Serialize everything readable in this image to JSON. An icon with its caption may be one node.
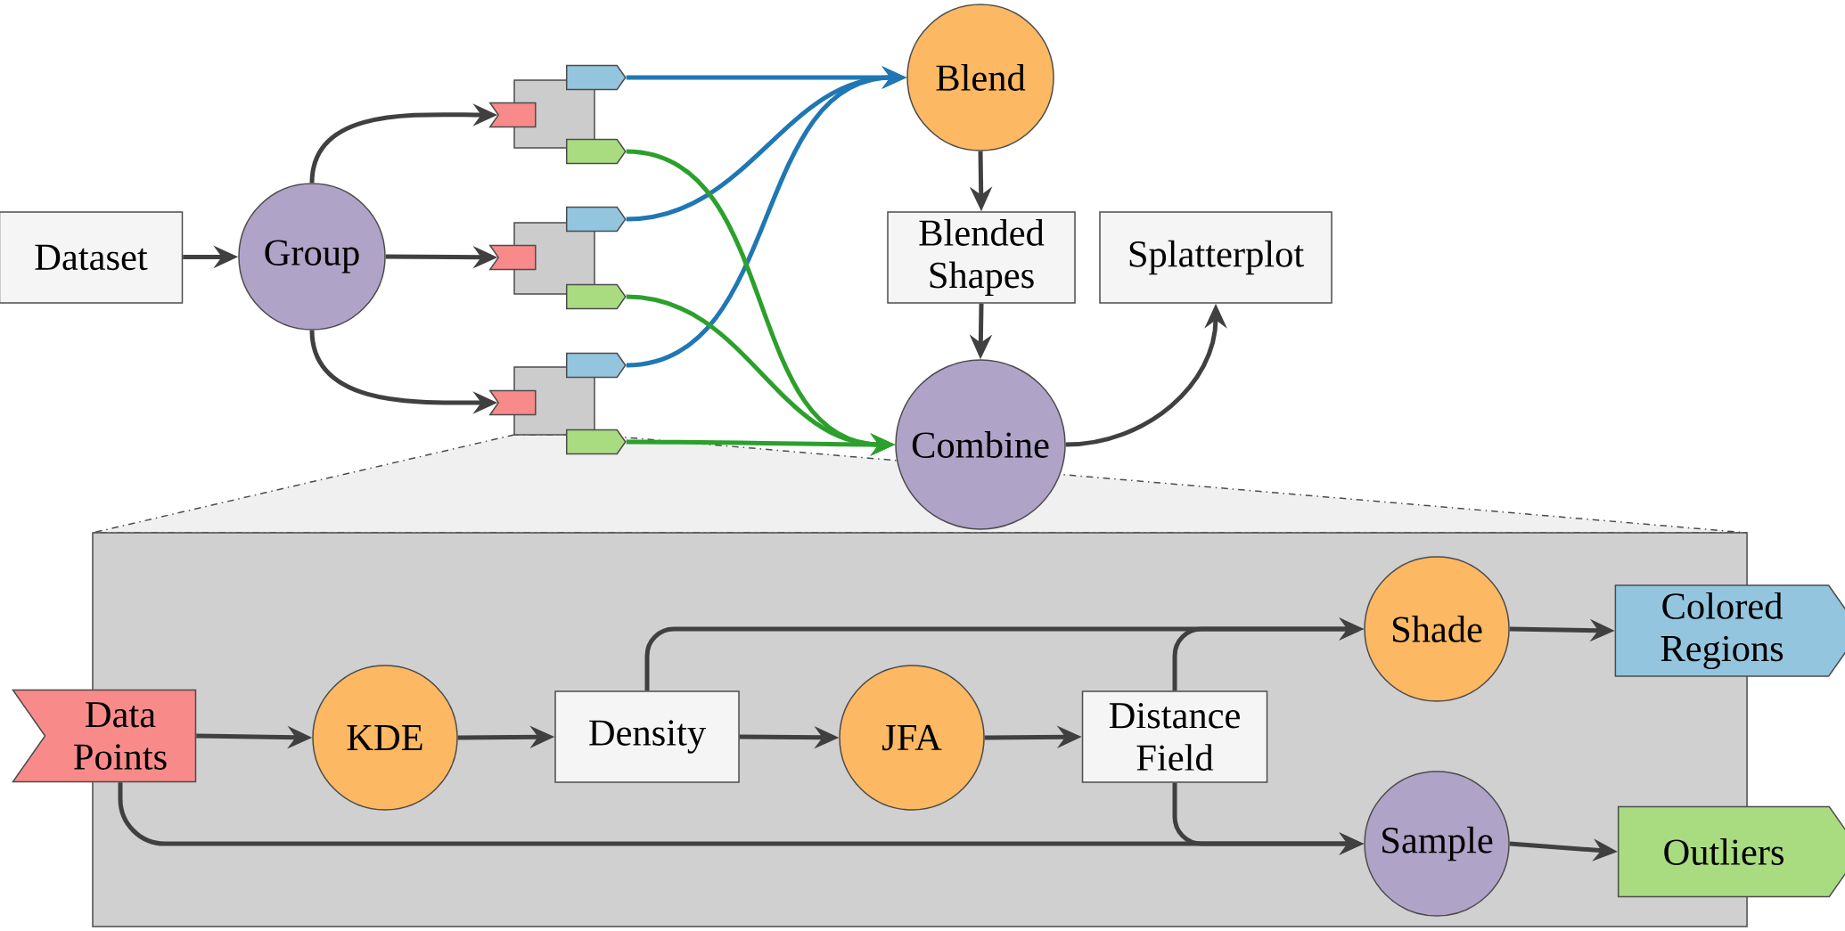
{
  "diagram": {
    "nodes": [
      {
        "text": [
          "Dataset"
        ]
      },
      {
        "text": [
          "Group"
        ]
      },
      {
        "text": [],
        "shape": "box"
      },
      {
        "text": [],
        "shape": "tag"
      },
      {
        "text": [],
        "shape": "tag"
      },
      {
        "text": [],
        "shape": "tag"
      },
      {
        "text": [],
        "shape": "box"
      },
      {
        "text": [],
        "shape": "tag"
      },
      {
        "text": [],
        "shape": "tag"
      },
      {
        "text": [],
        "shape": "tag"
      },
      {
        "text": [],
        "shape": "box"
      },
      {
        "text": [],
        "shape": "tag"
      },
      {
        "text": [],
        "shape": "tag"
      },
      {
        "text": [],
        "shape": "tag"
      },
      {
        "text": [
          "Blend"
        ]
      },
      {
        "text": [
          "Blended Shapes"
        ]
      },
      {
        "text": [
          "Splatterplot"
        ]
      },
      {
        "text": [
          "Combine"
        ]
      },
      {
        "text": [],
        "shape": "box"
      },
      {
        "text": [
          "Data Points"
        ]
      },
      {
        "text": [
          "KDE"
        ],
        "in": 18
      },
      {
        "text": [
          "Density"
        ],
        "in": 18
      },
      {
        "text": [
          "JFA"
        ],
        "in": 18
      },
      {
        "text": [
          "Distance Field"
        ],
        "in": 18
      },
      {
        "text": [
          "Shade"
        ],
        "in": 18
      },
      {
        "text": [
          "Sample"
        ],
        "in": 18
      },
      {
        "text": [
          "Colored Regions"
        ]
      },
      {
        "text": [
          "Outliers"
        ]
      }
    ],
    "edges": [
      {
        "from": 0,
        "to": 1,
        "arrow": "to"
      },
      {
        "from": 1,
        "to": 3,
        "arrow": "to"
      },
      {
        "from": 1,
        "to": 7,
        "arrow": "to"
      },
      {
        "from": 1,
        "to": 11,
        "arrow": "to"
      },
      {
        "from": 4,
        "to": 14,
        "arrow": "to",
        "color": "#1f77b4"
      },
      {
        "from": 8,
        "to": 14,
        "arrow": "to",
        "color": "#1f77b4"
      },
      {
        "from": 12,
        "to": 14,
        "arrow": "to",
        "color": "#1f77b4"
      },
      {
        "from": 5,
        "to": 17,
        "arrow": "to",
        "color": "#2ca02c"
      },
      {
        "from": 9,
        "to": 17,
        "arrow": "to",
        "color": "#2ca02c"
      },
      {
        "from": 13,
        "to": 17,
        "arrow": "to",
        "color": "#2ca02c"
      },
      {
        "from": 14,
        "to": 15,
        "arrow": "to"
      },
      {
        "from": 15,
        "to": 17,
        "arrow": "to"
      },
      {
        "from": 17,
        "to": 16,
        "arrow": "to"
      },
      {
        "from": 19,
        "to": 20,
        "arrow": "to"
      },
      {
        "from": 20,
        "to": 21,
        "arrow": "to"
      },
      {
        "from": 21,
        "to": 22,
        "arrow": "to"
      },
      {
        "from": 22,
        "to": 23,
        "arrow": "to"
      },
      {
        "from": 21,
        "to": 24,
        "arrow": "to"
      },
      {
        "from": 23,
        "to": 24,
        "arrow": "to"
      },
      {
        "from": 23,
        "to": 25,
        "arrow": "to"
      },
      {
        "from": 19,
        "to": 25,
        "arrow": "to"
      },
      {
        "from": 24,
        "to": 26,
        "arrow": "to"
      },
      {
        "from": 25,
        "to": 27,
        "arrow": "to"
      }
    ]
  }
}
